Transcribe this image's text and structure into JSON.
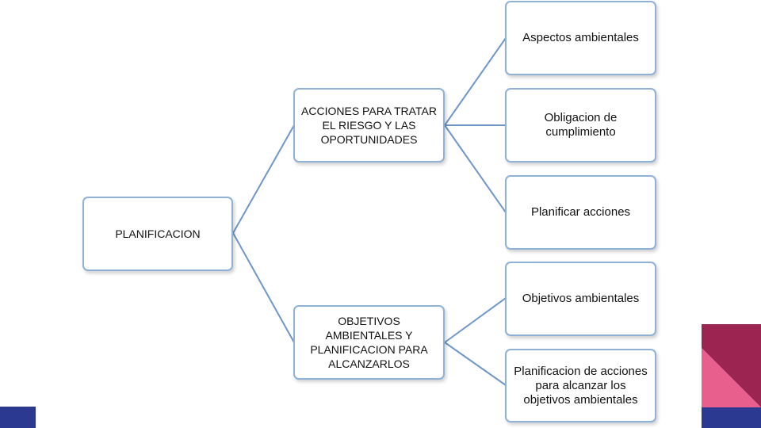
{
  "diagram": {
    "root": {
      "label": "PLANIFICACION"
    },
    "branches": [
      {
        "label": "ACCIONES PARA TRATAR EL RIESGO Y LAS OPORTUNIDADES",
        "children": [
          "Aspectos ambientales",
          "Obligacion de cumplimiento",
          "Planificar acciones"
        ]
      },
      {
        "label": "OBJETIVOS AMBIENTALES Y PLANIFICACION PARA ALCANZARLOS",
        "children": [
          "Objetivos ambientales",
          "Planificacion de acciones para alcanzar los objetivos ambientales"
        ]
      }
    ]
  },
  "colors": {
    "node_border": "#8fb1d6",
    "connector": "#6f96c8",
    "deco_navy": "#2b3990",
    "deco_maroon": "#9c2450",
    "deco_pink": "#e85e8c"
  }
}
